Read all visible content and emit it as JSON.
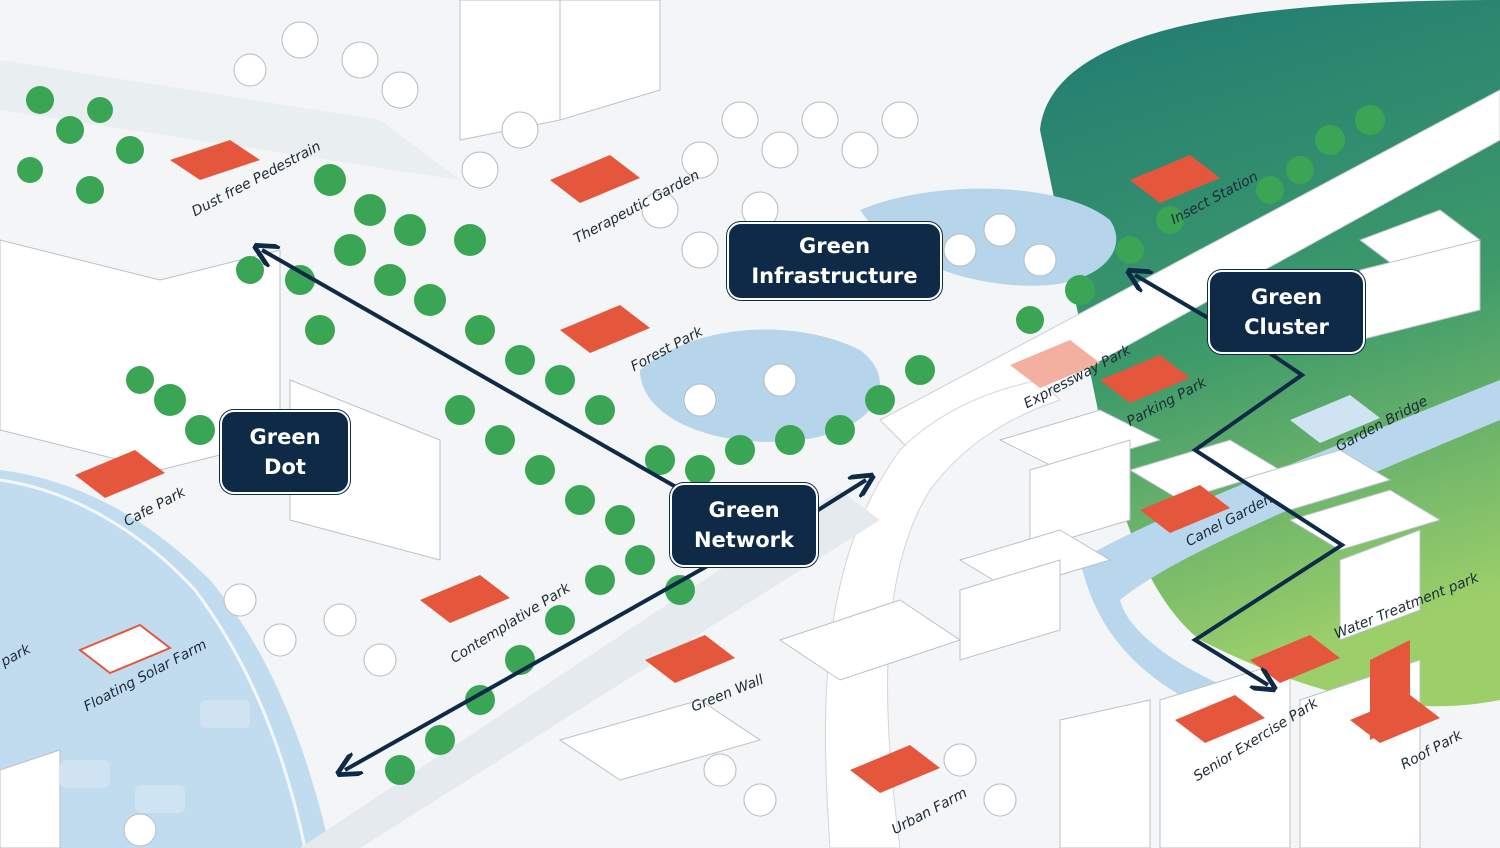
{
  "callouts": {
    "green_dot": [
      "Green",
      "Dot"
    ],
    "green_network": [
      "Green",
      "Network"
    ],
    "green_infrastructure": [
      "Green",
      "Infrastructure"
    ],
    "green_cluster": [
      "Green",
      "Cluster"
    ]
  },
  "labels": {
    "dust_free_pedestrian": "Dust free Pedestrain",
    "therapeutic_garden": "Therapeutic Garden",
    "forest_park": "Forest Park",
    "insect_station": "Insect Station",
    "expressway_park": "Expressway Park",
    "parking_park": "Parking Park",
    "garden_bridge": "Garden Bridge",
    "canel_garden": "Canel Garden",
    "water_treatment_park": "Water Treatment park",
    "cafe_park": "Cafe Park",
    "contemplative_park": "Contemplative Park",
    "floating_solar_farm": "Floating Solar Farm",
    "park_fragment": "park",
    "green_wall": "Green Wall",
    "urban_farm": "Urban Farm",
    "senior_exercise_park": "Senior Exercise Park",
    "roof_park": "Roof Park"
  },
  "colors": {
    "navy": "#0e2a47",
    "tree_green": "#3aa655",
    "water": "#bfd9ee",
    "park_red": "#e4573d",
    "teal_gradient_top": "#1f7a73",
    "light_green": "#9ccf6a"
  }
}
